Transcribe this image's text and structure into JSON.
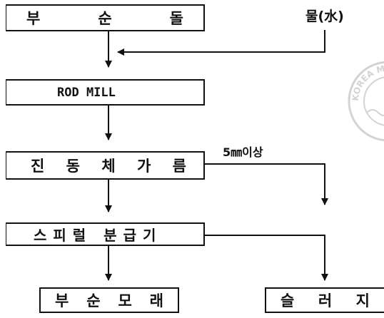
{
  "nodes": {
    "crushed_stone": [
      "부",
      "순",
      "돌"
    ],
    "water": "물(水)",
    "rod_mill": "ROD MILL",
    "vibrating_screen": [
      "진",
      "동",
      "체",
      "가",
      "름"
    ],
    "oversize": "5㎜이상",
    "spiral_classifier": "스피럴 분급기",
    "crushed_sand": [
      "부",
      "순",
      "모",
      "래"
    ],
    "sludge": [
      "슬",
      "러",
      "지"
    ]
  },
  "watermark": {
    "text": "KOREA MARITIME"
  }
}
